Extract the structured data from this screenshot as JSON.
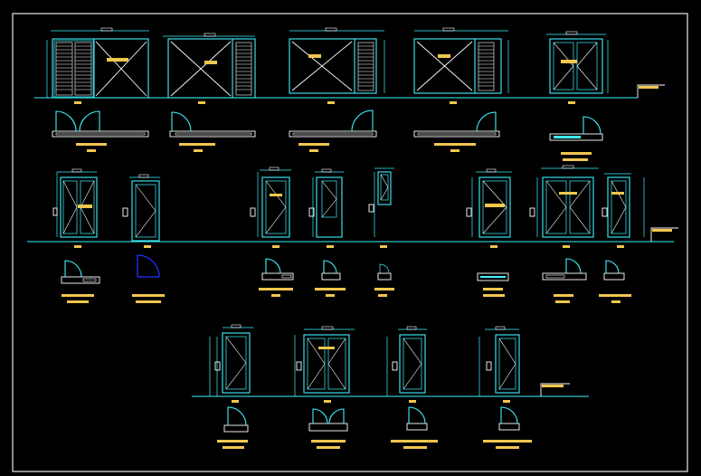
{
  "drawing": {
    "title": "",
    "background": "#000000",
    "colors": {
      "line": "#3df2ff",
      "detail": "#ffffff",
      "text": "#f2c64e",
      "highlight": "#2233ff"
    }
  },
  "rows": {
    "row1": {
      "elevations": [
        {
          "type": "sliding-louver-left"
        },
        {
          "type": "sliding-louver-right"
        },
        {
          "type": "fixed-louver-right"
        },
        {
          "type": "sliding-frame"
        },
        {
          "type": "double-door"
        }
      ],
      "plans": [
        {
          "type": "double-swing-plan"
        },
        {
          "type": "single-swing-plan"
        },
        {
          "type": "swing-right-plan"
        },
        {
          "type": "swing-right-plan"
        },
        {
          "type": "swing-small-plan"
        }
      ]
    },
    "row2": {
      "elevations": [
        {
          "type": "double-door"
        },
        {
          "type": "single-door"
        },
        {
          "type": "single-door-wide"
        },
        {
          "type": "half-panel"
        },
        {
          "type": "hatch"
        },
        {
          "type": "single-door-panel"
        },
        {
          "type": "double-door"
        },
        {
          "type": "single-door"
        }
      ],
      "plans": [
        {
          "type": "swing-plan"
        },
        {
          "type": "swing-plan-highlight"
        },
        {
          "type": "swing-plan"
        },
        {
          "type": "swing-plan"
        },
        {
          "type": "small-plan"
        },
        {
          "type": "flat-plan"
        },
        {
          "type": "swing-plan"
        },
        {
          "type": "swing-plan"
        }
      ]
    },
    "row3": {
      "elevations": [
        {
          "type": "single-door"
        },
        {
          "type": "double-door"
        },
        {
          "type": "single-door"
        },
        {
          "type": "single-door"
        }
      ],
      "plans": [
        {
          "type": "swing-plan"
        },
        {
          "type": "double-swing-plan"
        },
        {
          "type": "swing-plan"
        },
        {
          "type": "swing-plan"
        }
      ]
    }
  }
}
